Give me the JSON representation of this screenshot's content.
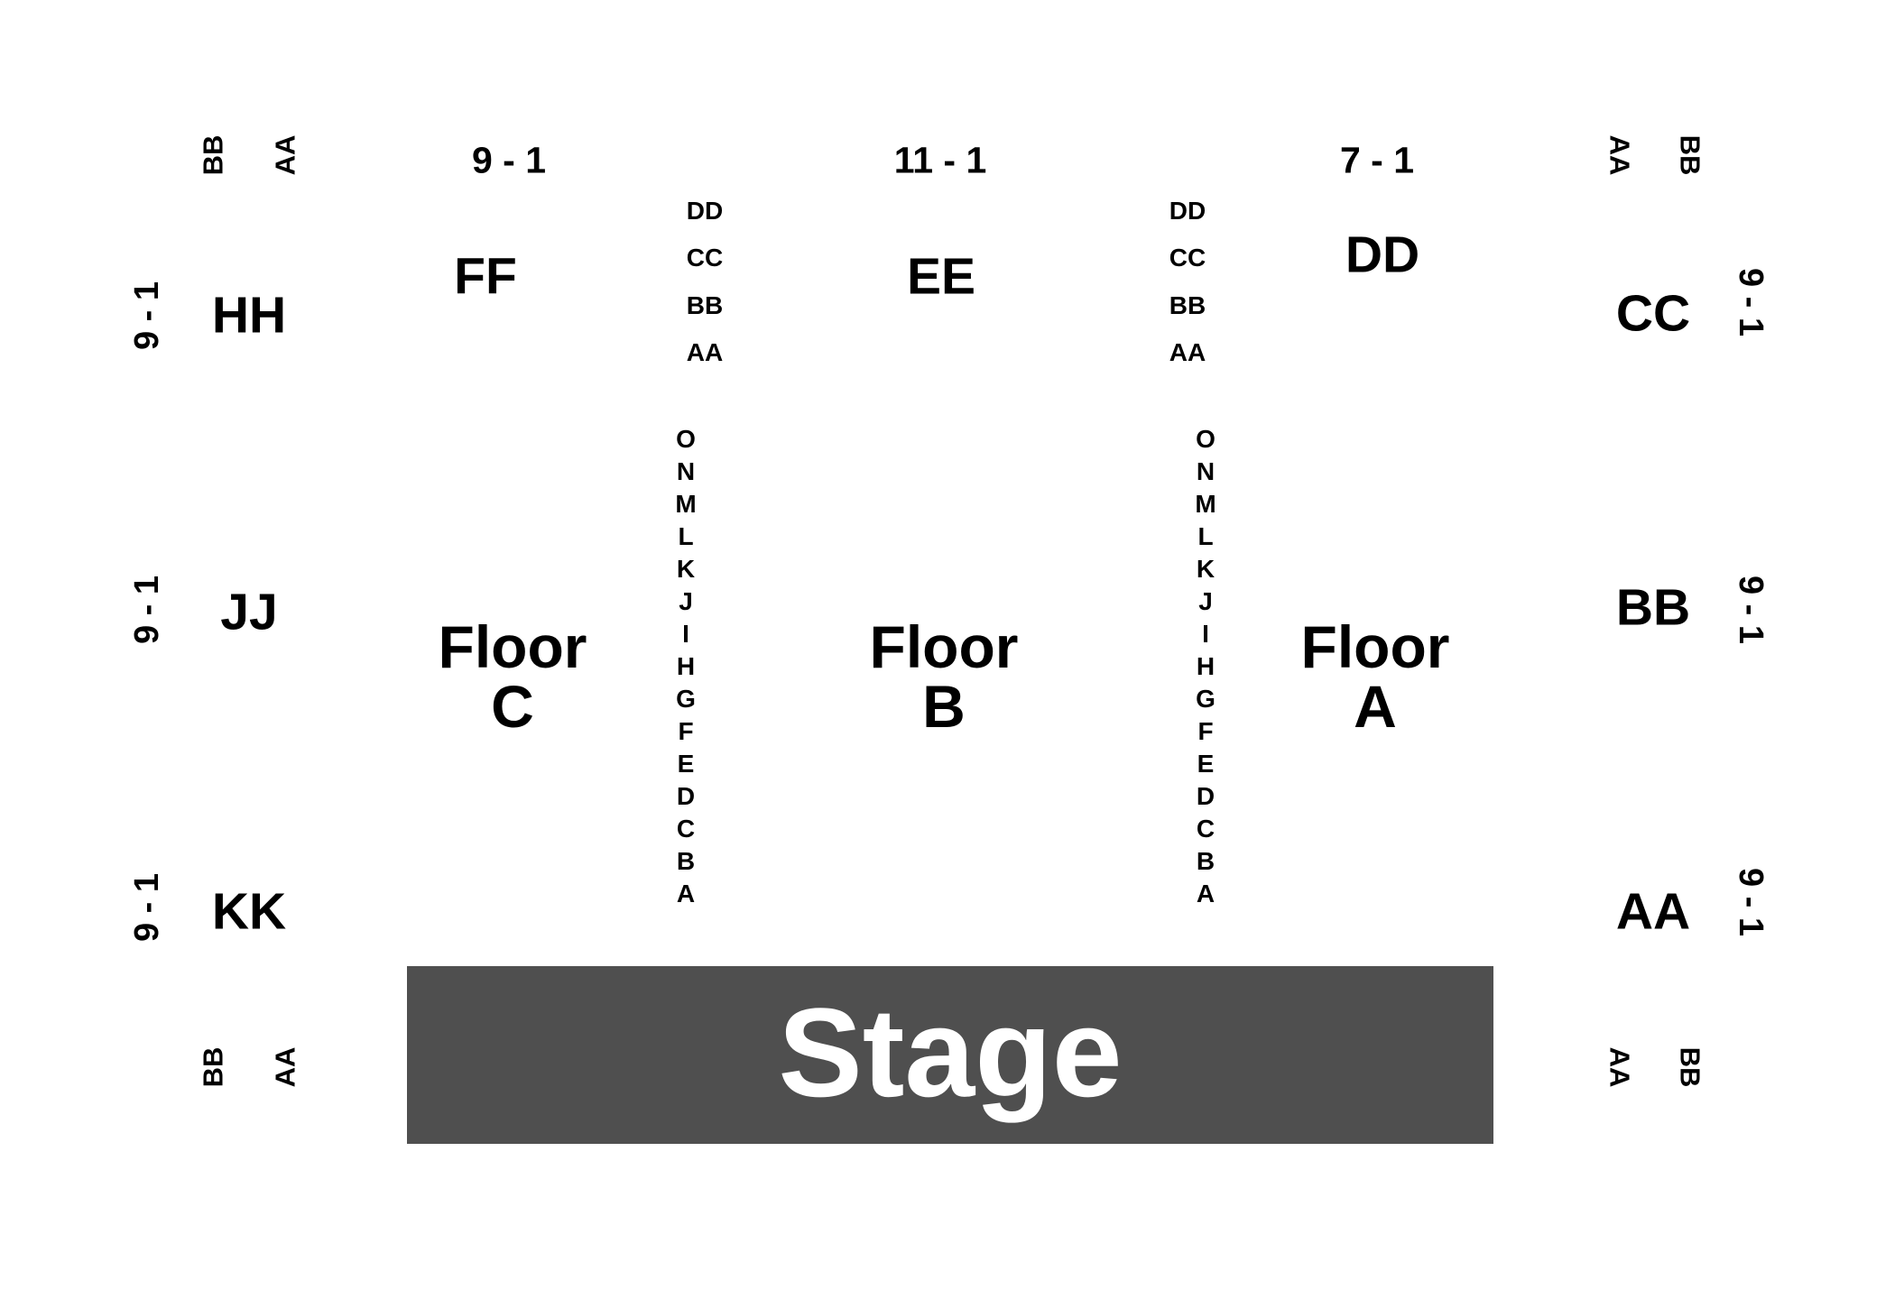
{
  "stage": {
    "label": "Stage",
    "color": "#4f4f4f"
  },
  "floors": {
    "c": {
      "line1": "Floor",
      "line2": "C"
    },
    "b": {
      "line1": "Floor",
      "line2": "B"
    },
    "a": {
      "line1": "Floor",
      "line2": "A"
    }
  },
  "top_sections": {
    "ff": {
      "name": "FF",
      "seats": "9 - 1"
    },
    "ee": {
      "name": "EE",
      "seats": "11 - 1"
    },
    "dd": {
      "name": "DD",
      "seats": "7 - 1"
    }
  },
  "left_sections": {
    "hh": {
      "name": "HH",
      "seats": "9 - 1"
    },
    "jj": {
      "name": "JJ",
      "seats": "9 - 1"
    },
    "kk": {
      "name": "KK",
      "seats": "9 - 1"
    }
  },
  "right_sections": {
    "cc": {
      "name": "CC",
      "seats": "9 - 1"
    },
    "bb": {
      "name": "BB",
      "seats": "9 - 1"
    },
    "aa": {
      "name": "AA",
      "seats": "9 - 1"
    }
  },
  "balcony_rows": [
    "DD",
    "CC",
    "BB",
    "AA"
  ],
  "floor_rows": [
    "O",
    "N",
    "M",
    "L",
    "K",
    "J",
    "I",
    "H",
    "G",
    "F",
    "E",
    "D",
    "C",
    "B",
    "A"
  ],
  "corner_rows": {
    "outer": "BB",
    "inner": "AA"
  }
}
